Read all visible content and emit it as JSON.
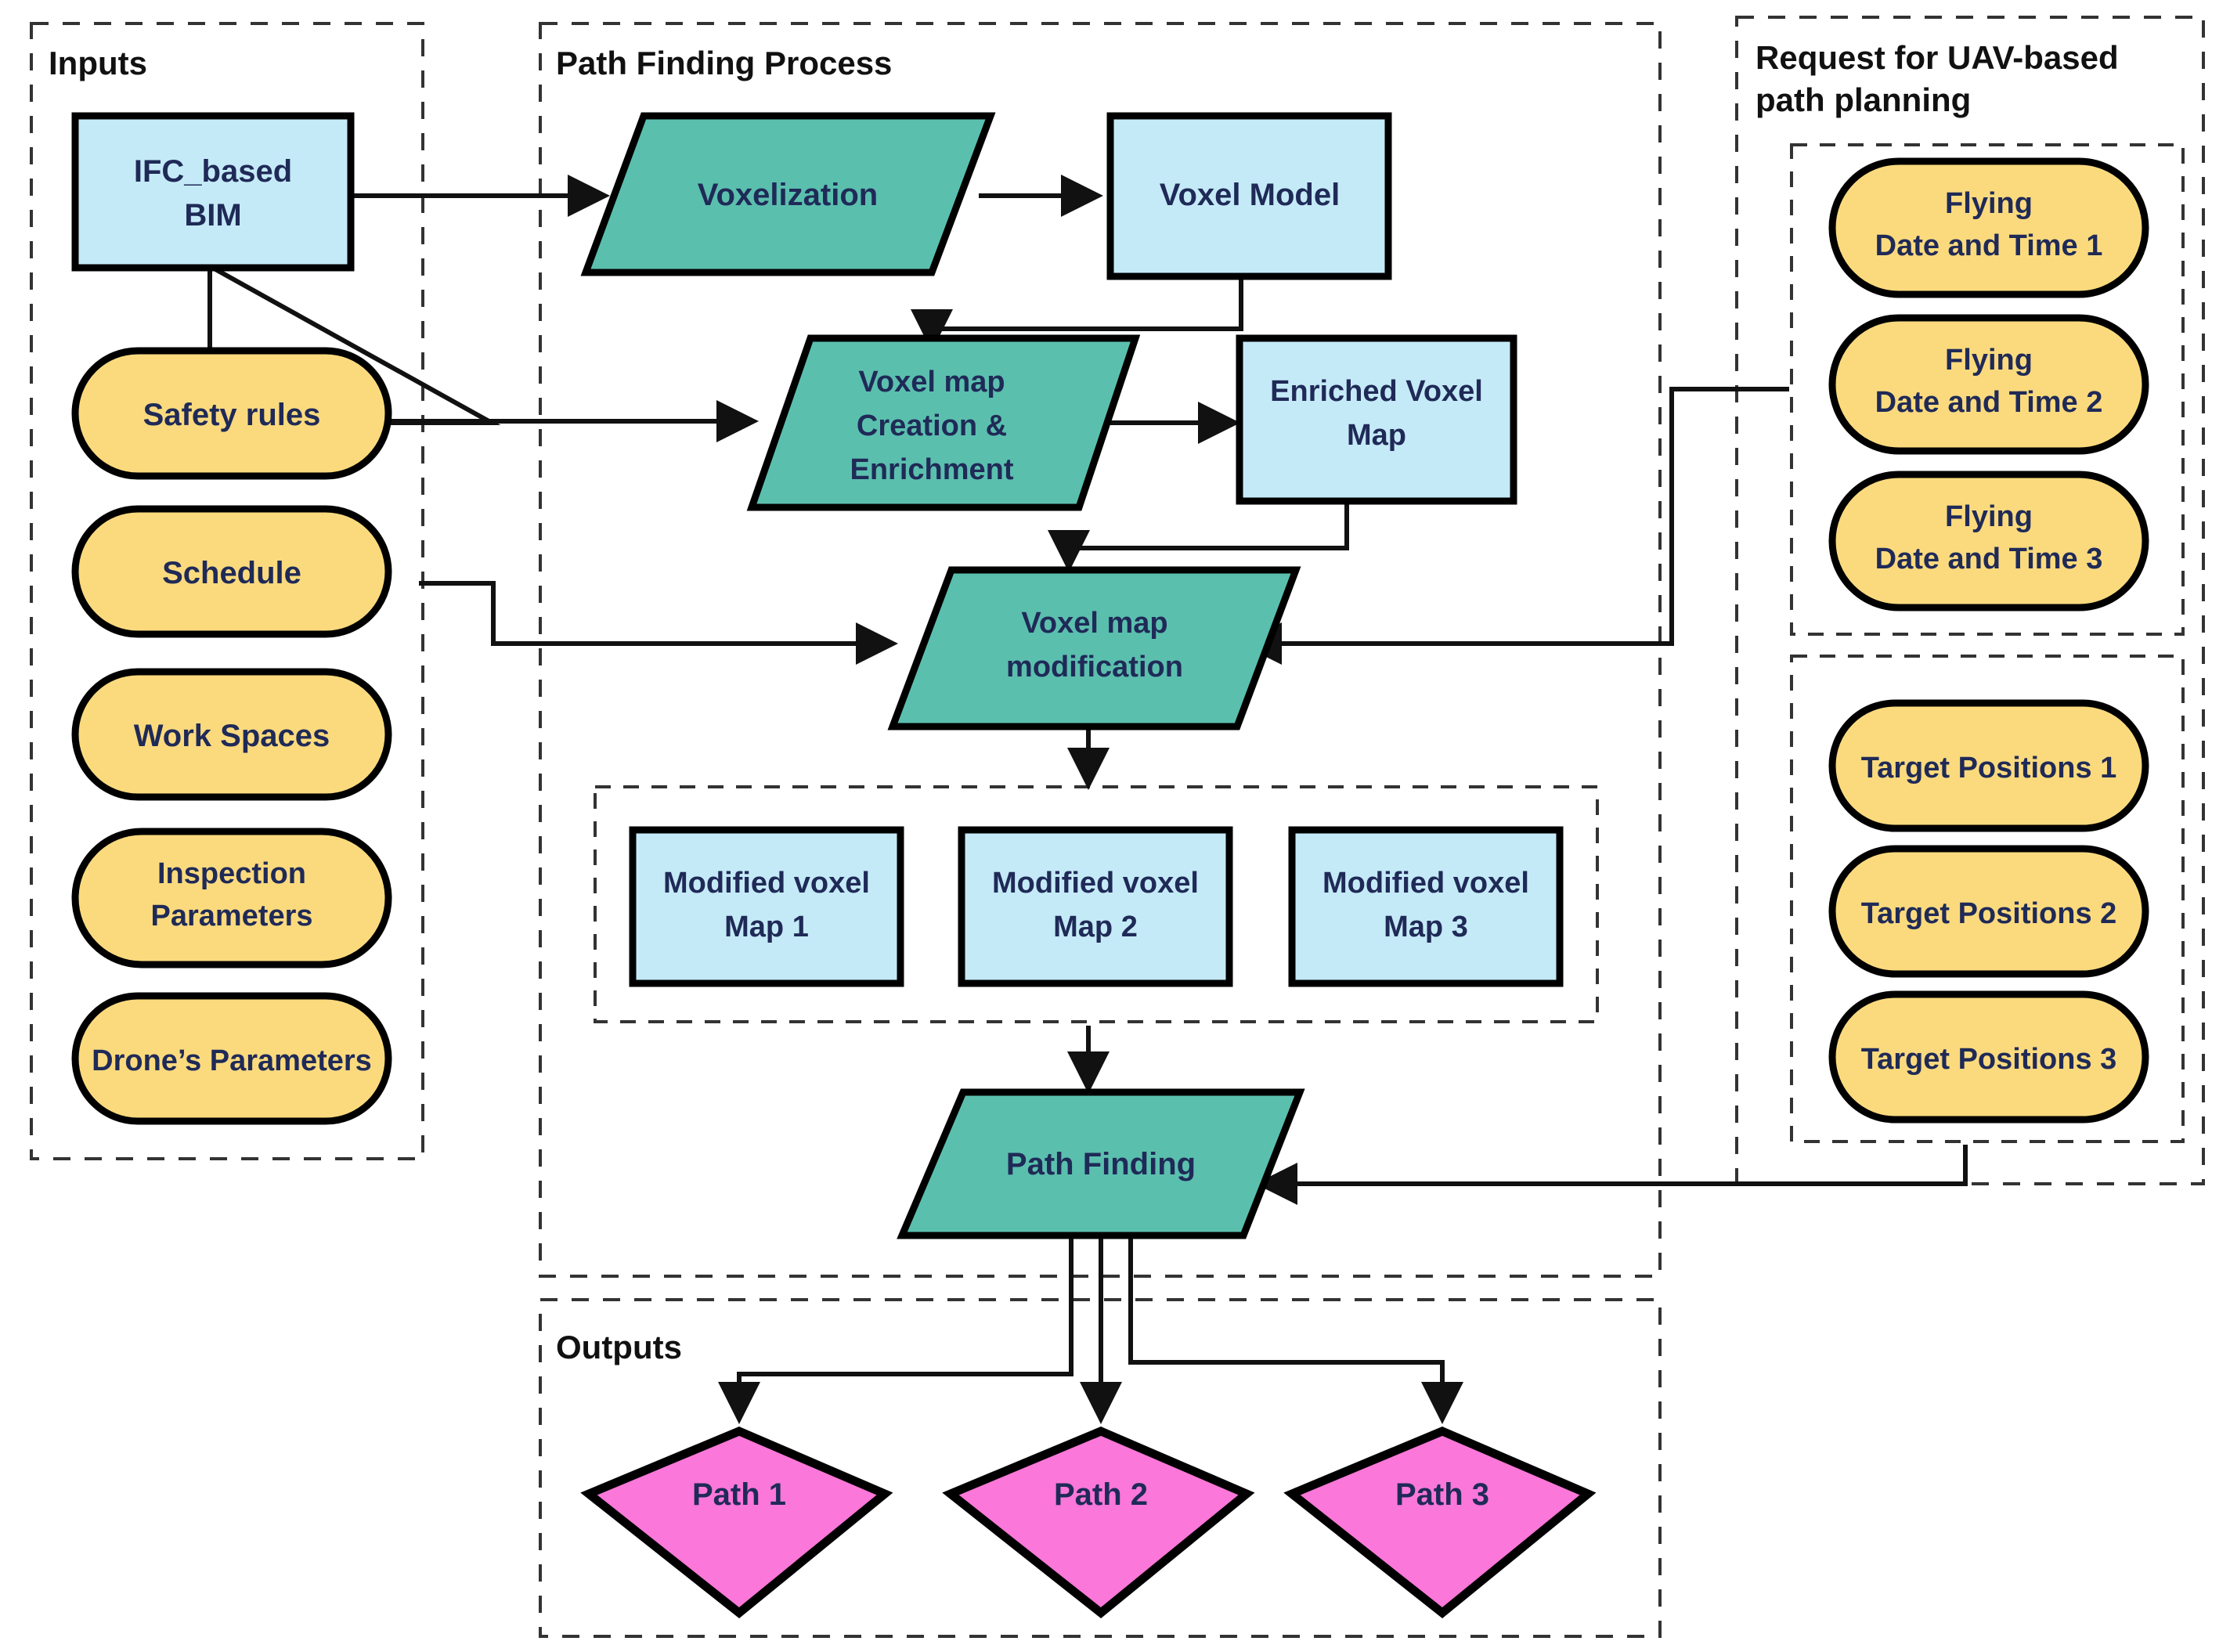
{
  "diagram": {
    "title": "UAV-based path planning process flowchart",
    "colors": {
      "process_fill": "#5BBFAE",
      "data_fill": "#C5EAF7",
      "input_fill": "#FBDA7E",
      "output_fill": "#FB77D9",
      "stroke": "#000000",
      "text": "#1f2a57",
      "group_border": "#333333",
      "background": "#FFFFFF"
    },
    "groups": [
      {
        "id": "inputs",
        "label": "Inputs"
      },
      {
        "id": "path-finding-process",
        "label": "Path Finding Process"
      },
      {
        "id": "request-uav",
        "label": "Request for UAV-based\npath planning"
      },
      {
        "id": "outputs",
        "label": "Outputs"
      },
      {
        "id": "modified-maps-group",
        "label": ""
      },
      {
        "id": "flying-datetime-group",
        "label": ""
      },
      {
        "id": "target-positions-group",
        "label": ""
      }
    ],
    "inputs": {
      "label": "Inputs",
      "bim": {
        "label_line1": "IFC_based",
        "label_line2": "BIM",
        "shape": "rectangle"
      },
      "items": [
        {
          "label": "Safety rules",
          "shape": "stadium"
        },
        {
          "label": "Schedule",
          "shape": "stadium"
        },
        {
          "label": "Work Spaces",
          "shape": "stadium"
        },
        {
          "label_line1": "Inspection",
          "label_line2": "Parameters",
          "shape": "stadium"
        },
        {
          "label": "Drone’s Parameters",
          "shape": "stadium"
        }
      ]
    },
    "process": {
      "label": "Path Finding Process",
      "voxelization": {
        "label": "Voxelization",
        "shape": "parallelogram"
      },
      "voxel_model": {
        "label": "Voxel Model",
        "shape": "rectangle"
      },
      "voxel_map_creation": {
        "line1": "Voxel map",
        "line2": "Creation &",
        "line3": "Enrichment",
        "shape": "parallelogram"
      },
      "enriched_voxel_map": {
        "line1": "Enriched Voxel",
        "line2": "Map",
        "shape": "rectangle"
      },
      "voxel_map_modification": {
        "line1": "Voxel map",
        "line2": "modification",
        "shape": "parallelogram"
      },
      "modified_maps": [
        {
          "line1": "Modified voxel",
          "line2": "Map 1"
        },
        {
          "line1": "Modified voxel",
          "line2": "Map 2"
        },
        {
          "line1": "Modified voxel",
          "line2": "Map 3"
        }
      ],
      "path_finding": {
        "label": "Path Finding",
        "shape": "parallelogram"
      }
    },
    "request": {
      "label_line1": "Request for UAV-based",
      "label_line2": "path planning",
      "flying_times": [
        {
          "line1": "Flying",
          "line2": "Date and Time 1"
        },
        {
          "line1": "Flying",
          "line2": "Date and Time 2"
        },
        {
          "line1": "Flying",
          "line2": "Date and Time 3"
        }
      ],
      "target_positions": [
        {
          "label": "Target Positions 1"
        },
        {
          "label": "Target Positions 2"
        },
        {
          "label": "Target Positions 3"
        }
      ]
    },
    "outputs": {
      "label": "Outputs",
      "paths": [
        {
          "label": "Path 1",
          "shape": "diamond"
        },
        {
          "label": "Path 2",
          "shape": "diamond"
        },
        {
          "label": "Path 3",
          "shape": "diamond"
        }
      ]
    }
  }
}
